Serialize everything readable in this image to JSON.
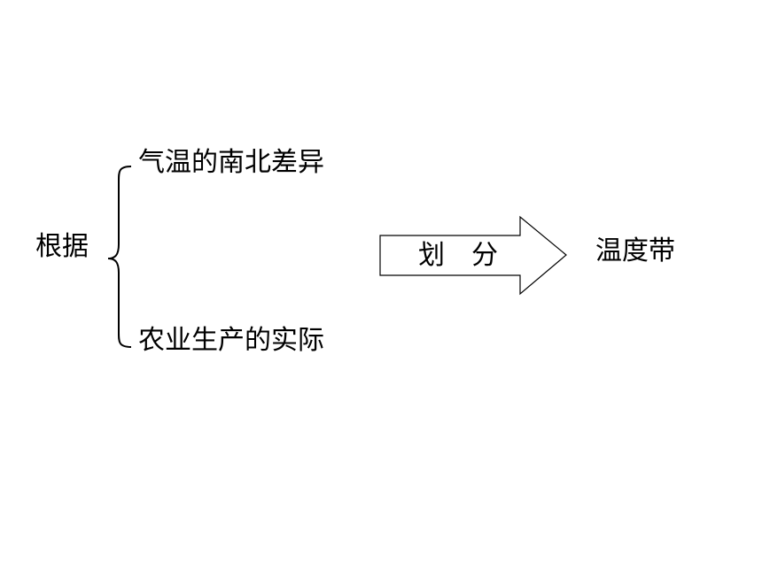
{
  "diagram": {
    "basis": "根据",
    "factors": [
      "气温的南北差异",
      "农业生产的实际"
    ],
    "arrow_label": "划　分",
    "result": "温度带"
  }
}
